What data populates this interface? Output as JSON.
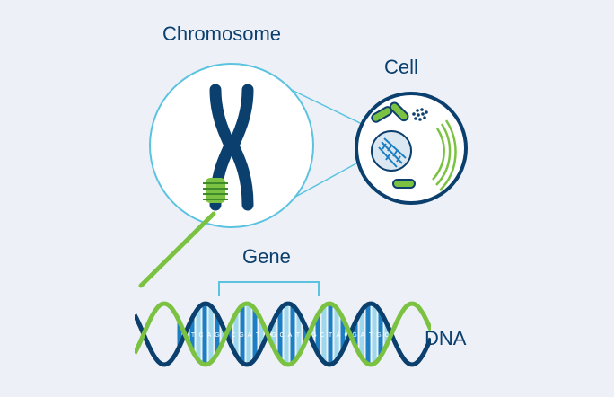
{
  "labels": {
    "chromosome": "Chromosome",
    "cell": "Cell",
    "gene": "Gene",
    "dna": "DNA"
  },
  "colors": {
    "background": "#edf1f7",
    "navy": "#0b3f6e",
    "cyan": "#5bc3e0",
    "green": "#7cc242",
    "dark_green": "#3f8a2a",
    "blue": "#1c7fc4",
    "light_blue": "#9dd8ec"
  },
  "dna": {
    "base_letters": [
      "T",
      "C",
      "A",
      "G",
      "C",
      "G",
      "A",
      "T",
      "G",
      "C",
      "A",
      "T",
      "G",
      "C",
      "T",
      "A",
      "C",
      "G",
      "A",
      "T",
      "G",
      "C",
      "T",
      "A",
      "C",
      "A"
    ]
  }
}
